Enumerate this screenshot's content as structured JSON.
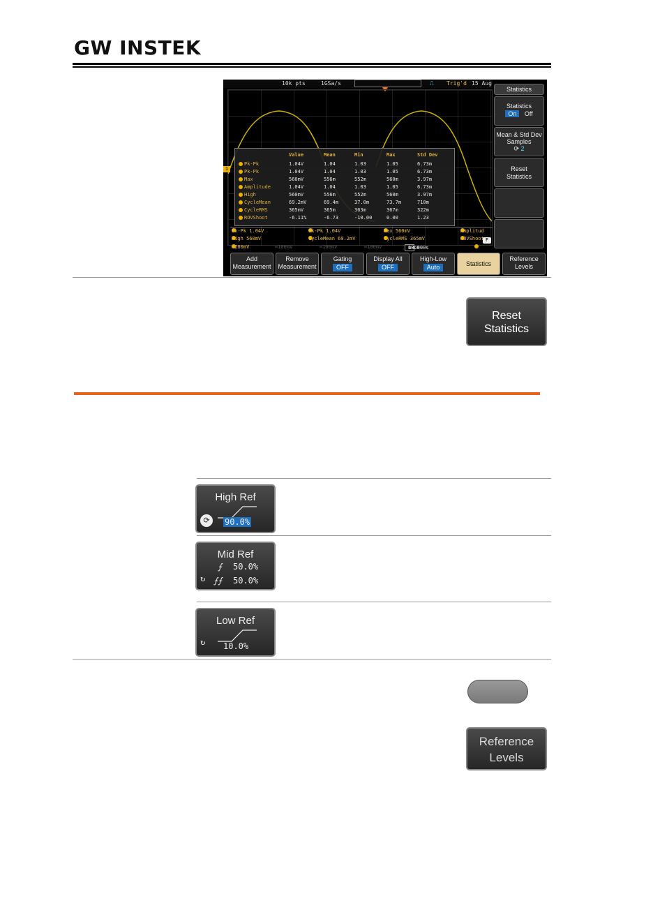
{
  "header": {
    "brand": "GW INSTEK"
  },
  "scope": {
    "top_bar": {
      "record": "10k pts",
      "rate": "1GSa/s",
      "trig": "Trig'd",
      "date": "15 Aug"
    },
    "ch1_marker": "1",
    "stats_table": {
      "columns": [
        "Value",
        "Mean",
        "Min",
        "Max",
        "Std Dev"
      ],
      "rows": [
        {
          "label": "Pk-Pk",
          "value": "1.04V",
          "mean": "1.04",
          "min": "1.03",
          "max": "1.05",
          "std": "6.73m"
        },
        {
          "label": "Pk-Pk",
          "value": "1.04V",
          "mean": "1.04",
          "min": "1.03",
          "max": "1.05",
          "std": "6.73m"
        },
        {
          "label": "Max",
          "value": "560mV",
          "mean": "556m",
          "min": "552m",
          "max": "560m",
          "std": "3.97m"
        },
        {
          "label": "Amplitude",
          "value": "1.04V",
          "mean": "1.04",
          "min": "1.03",
          "max": "1.05",
          "std": "6.73m"
        },
        {
          "label": "High",
          "value": "560mV",
          "mean": "556m",
          "min": "552m",
          "max": "560m",
          "std": "3.97m"
        },
        {
          "label": "CycleMean",
          "value": "69.2mV",
          "mean": "69.4m",
          "min": "37.0m",
          "max": "73.7m",
          "std": "710m"
        },
        {
          "label": "CycleRMS",
          "value": "365mV",
          "mean": "365m",
          "min": "363m",
          "max": "367m",
          "std": "322m"
        },
        {
          "label": "ROVShoot",
          "value": "-6.11%",
          "mean": "-6.73",
          "min": "-10.00",
          "max": "0.00",
          "std": "1.23"
        }
      ]
    },
    "meas_bar": {
      "r1": [
        "Pk-Pk 1.04V",
        "Pk-Pk 1.04V",
        "Max 560mV",
        "Amplitud"
      ],
      "r2": [
        "High 560mV",
        "CycleMean 69.2mV",
        "CycleRMS 365mV",
        "ROVShoot"
      ]
    },
    "status": {
      "ch1": "200mV",
      "ch2": "100mV",
      "ch3": "100mV",
      "ch4": "100mV",
      "timebase": "10ns",
      "hpos": "0.000s",
      "f_badge": "F"
    },
    "side_menu": {
      "title": "Statistics",
      "stat_label": "Statistics",
      "on": "On",
      "off": "Off",
      "samples_label1": "Mean & Std Dev",
      "samples_label2": "Samples",
      "samples_value": "2",
      "reset1": "Reset",
      "reset2": "Statistics"
    },
    "soft_menu": {
      "add1": "Add",
      "add2": "Measurement",
      "remove1": "Remove",
      "remove2": "Measurement",
      "gating": "Gating",
      "gating_val": "OFF",
      "display": "Display All",
      "display_val": "OFF",
      "highlow": "High-Low",
      "highlow_val": "Auto",
      "stats": "Statistics",
      "ref1": "Reference",
      "ref2": "Levels"
    }
  },
  "reset_button": {
    "line1": "Reset",
    "line2": "Statistics"
  },
  "high_ref": {
    "label": "High Ref",
    "value": "90.0%"
  },
  "mid_ref": {
    "label": "Mid Ref",
    "value1": "50.0%",
    "value2": "50.0%"
  },
  "low_ref": {
    "label": "Low Ref",
    "value": "10.0%"
  },
  "ref_levels_button": {
    "line1": "Reference",
    "line2": "Levels"
  },
  "colors": {
    "accent_orange": "#e8641e",
    "trace_yellow": "#c8b000",
    "menu_blue": "#1f6fbf"
  }
}
